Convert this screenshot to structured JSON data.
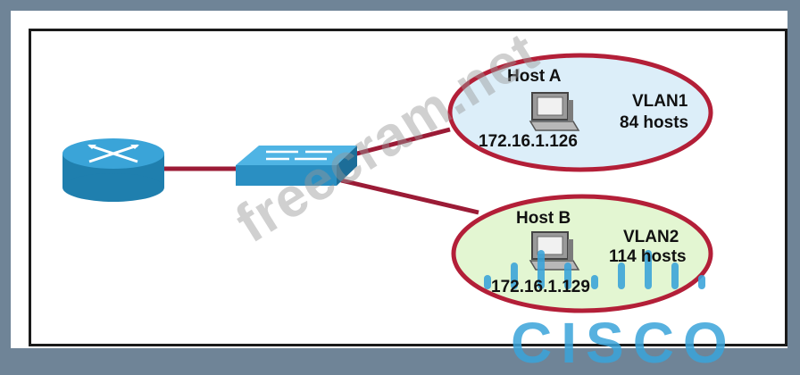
{
  "colors": {
    "background": "#6f8497",
    "link": "#9b1b36",
    "vlan1_fill": "#dceef9",
    "vlan2_fill": "#e3f6d2",
    "ellipse_border": "#b31f38",
    "device_blue": "#2a8fc2",
    "cisco_blue": "#39a3d9"
  },
  "hosts": {
    "a": {
      "name": "Host A",
      "ip": "172.16.1.126",
      "icon": "pc-icon"
    },
    "b": {
      "name": "Host B",
      "ip": "172.16.1.129",
      "icon": "pc-icon"
    }
  },
  "vlans": {
    "vlan1": {
      "name": "VLAN1",
      "hosts": "84 hosts"
    },
    "vlan2": {
      "name": "VLAN2",
      "hosts": "114 hosts"
    }
  },
  "devices": {
    "router": {
      "icon": "router-icon"
    },
    "switch": {
      "icon": "switch-icon"
    }
  },
  "watermark": {
    "text": "freecram.net"
  },
  "logo": {
    "text": "CISCO",
    "icon": "cisco-logo-icon"
  }
}
